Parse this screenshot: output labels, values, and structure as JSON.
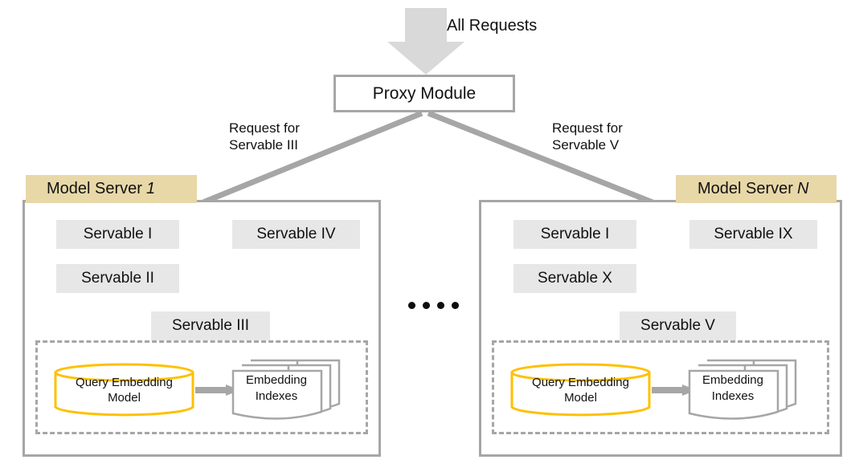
{
  "diagram": {
    "top_flow": {
      "incoming_arrow_icon": "down-arrow-icon",
      "incoming_label": "All Requests",
      "proxy_module_label": "Proxy Module"
    },
    "branches": [
      {
        "id": "left",
        "line1": "Request  for",
        "line2": "Servable III"
      },
      {
        "id": "right",
        "line1": "Request  for",
        "line2": "Servable V"
      }
    ],
    "ellipsis": "....",
    "servers": [
      {
        "id": "left",
        "tab_prefix": "Model Server",
        "tab_index": "1",
        "servables": [
          {
            "label": "Servable I"
          },
          {
            "label": "Servable II"
          },
          {
            "label": "Servable IV"
          },
          {
            "label": "Servable III"
          }
        ],
        "inner": {
          "model_line1": "Query Embedding",
          "model_line2": "Model",
          "index_line1": "Embedding",
          "index_line2": "Indexes",
          "flow_arrow_icon": "right-arrow-icon",
          "model_shape_icon": "cylinder-database-icon",
          "index_shape_icon": "document-stack-icon"
        }
      },
      {
        "id": "right",
        "tab_prefix": "Model Server",
        "tab_index": "N",
        "servables": [
          {
            "label": "Servable I"
          },
          {
            "label": "Servable X"
          },
          {
            "label": "Servable IX"
          },
          {
            "label": "Servable V"
          }
        ],
        "inner": {
          "model_line1": "Query Embedding",
          "model_line2": "Model",
          "index_line1": "Embedding",
          "index_line2": "Indexes",
          "flow_arrow_icon": "right-arrow-icon",
          "model_shape_icon": "cylinder-database-icon",
          "index_shape_icon": "document-stack-icon"
        }
      }
    ],
    "colors": {
      "gray_line": "#a6a6a6",
      "arrow_fill": "#d9d9d9",
      "tab_bg": "#e8d8a8",
      "chip_bg": "#e7e7e7",
      "accent_orange": "#ffc000",
      "text": "#111111",
      "background": "#ffffff"
    }
  }
}
